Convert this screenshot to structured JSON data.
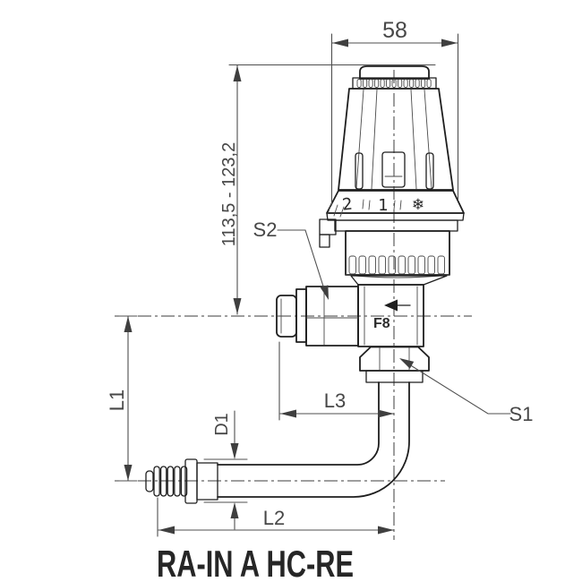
{
  "drawing": {
    "product_title": "RA-IN A HC-RE",
    "dim_head_width": "58",
    "dim_height_range": "113,5 - 123,2",
    "dim_l1": "L1",
    "dim_l2": "L2",
    "dim_l3": "L3",
    "dim_d1": "D1",
    "dim_s1": "S1",
    "dim_s2": "S2",
    "body_marking": "F8",
    "scale_markings": [
      "2",
      "1",
      "❄"
    ],
    "colors": {
      "part_line": "#1e1e1e",
      "dimension_line": "#4f4f4f",
      "dimension_text": "#474747",
      "title_text": "#262626",
      "background": "#ffffff"
    }
  }
}
